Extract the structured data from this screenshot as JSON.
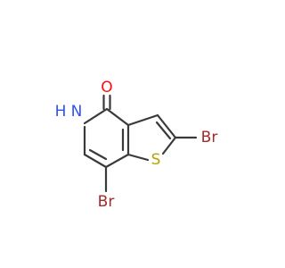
{
  "molecule": {
    "atoms": {
      "oxygen": {
        "label": "O",
        "color": "#ff0d0d"
      },
      "nitrogen": {
        "label": "N",
        "color": "#3050f8"
      },
      "hydrogen": {
        "label": "H",
        "color": "#3050f8"
      },
      "sulfur": {
        "label": "S",
        "color": "#b8a000"
      },
      "bromine_right": {
        "label": "Br",
        "color": "#a62929"
      },
      "bromine_bottom": {
        "label": "Br",
        "color": "#a62929"
      }
    },
    "bond_color": "#3a3a3a"
  }
}
